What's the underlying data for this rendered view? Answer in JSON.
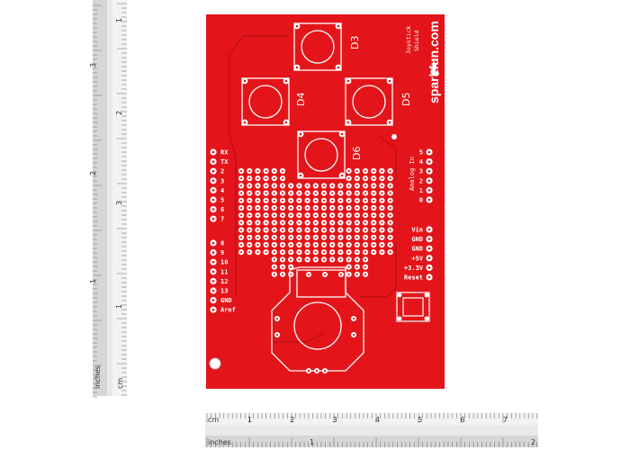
{
  "board": {
    "color": "#e3151a",
    "mask_color": "#d8141a",
    "trace_color": "#c01014",
    "silk_color": "#ffffff",
    "brand": "sparkfun.com",
    "product_line1": "Joystick",
    "product_line2": "Shield",
    "buttons": [
      {
        "label": "D3"
      },
      {
        "label": "D4"
      },
      {
        "label": "D5"
      },
      {
        "label": "D6"
      }
    ],
    "left_header_labels": [
      "RX",
      "TX",
      "2",
      "3",
      "4",
      "5",
      "6",
      "7",
      "8",
      "9",
      "10",
      "11",
      "12",
      "13",
      "GND",
      "Aref"
    ],
    "right_top_labels": [
      "5",
      "4",
      "3",
      "2",
      "1",
      "0"
    ],
    "right_top_caption": "Analog In",
    "right_bottom_labels": [
      "Vin",
      "GND",
      "GND",
      "+5V",
      "+3.3V",
      "Reset"
    ]
  },
  "rulers": {
    "vertical": {
      "top_unit": "cm",
      "bottom_unit": "inches",
      "cm_numbers": [
        "1",
        "2",
        "3"
      ],
      "inch_numbers": [
        "1",
        "2"
      ],
      "left_cm_numbers": [
        "3",
        "2",
        "1"
      ],
      "left_unit_a": "inches",
      "left_unit_b": "cm"
    },
    "horizontal": {
      "cm_label": "cm",
      "cm_numbers": [
        "1",
        "2",
        "3",
        "4",
        "5",
        "6",
        "7"
      ],
      "inches_label": "inches",
      "inch_numbers": [
        "1",
        "2"
      ]
    }
  }
}
